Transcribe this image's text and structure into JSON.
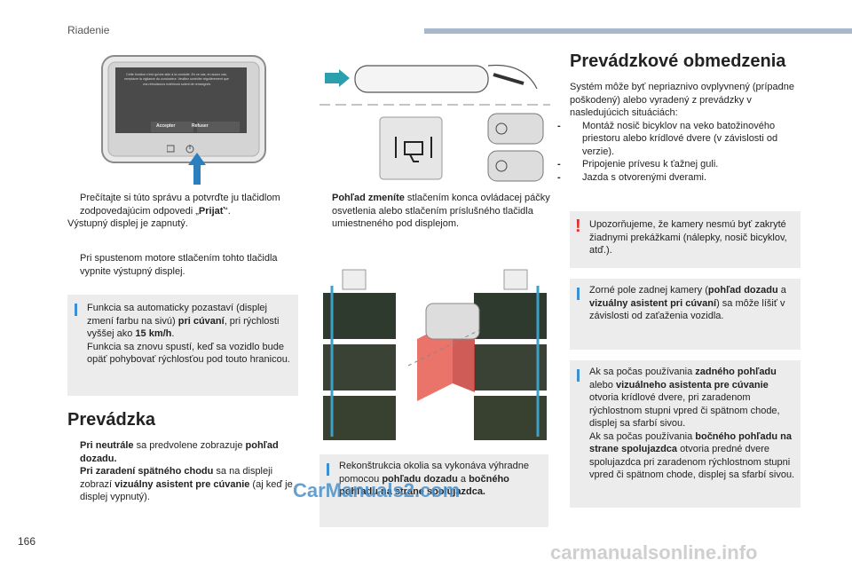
{
  "header": {
    "label": "Riadenie"
  },
  "page_number": "166",
  "left": {
    "bullet1_prefix": "Prečítajte si túto správu a potvrďte ju tlačidlom zodpovedajúcim odpovedi „",
    "bullet1_bold": "Prijať",
    "bullet1_suffix": "“.",
    "line_display_on": "Výstupný displej je zapnutý.",
    "bullet2": "Pri spustenom motore stlačením tohto tlačidla vypnite výstupný displej.",
    "info": {
      "t1": "Funkcia sa automaticky pozastaví (displej zmení farbu na sivú) ",
      "t1_bold": "pri cúvaní",
      "t2": ", pri rýchlosti vyššej ako ",
      "t2_bold": "15 km/h",
      "t3": ".",
      "t4": "Funkcia sa znovu spustí, keď sa vozidlo bude opäť pohybovať rýchlosťou pod touto hranicou."
    },
    "heading": "Prevádzka",
    "op1_bold": "Pri neutrále",
    "op1_text": " sa predvolene zobrazuje ",
    "op1_bold2": "pohľad dozadu.",
    "op2_bold": "Pri zaradení spätného chodu",
    "op2_text": " sa na displeji zobrazí ",
    "op2_bold2": "vizuálny asistent pre cúvanie",
    "op2_text2": " (aj keď je displej vypnutý)."
  },
  "screen": {
    "message": "Cette fonction n'est qu'une aide à la conduite. En ce cas, en aucun cas, remplacer la vigilance du conducteur. Veuillez contrôler régulièrement que vos rétroviseurs extérieurs soient de renseignés",
    "accept": "Accepter",
    "refuse": "Refuser"
  },
  "middle": {
    "bullet_bold": "Pohľad zmeníte",
    "bullet_text": " stlačením konca ovládacej páčky osvetlenia alebo stlačením príslušného tlačidla umiestneného pod displejom.",
    "info_t1": "Rekonštrukcia okolia sa vykonáva výhradne pomocou ",
    "info_b1": "pohľadu dozadu",
    "info_t2": " a ",
    "info_b2": "bočného pohľadu na strane spolujazdca."
  },
  "right": {
    "heading": "Prevádzkové obmedzenia",
    "intro": "Systém môže byť nepriaznivo ovplyvnený (prípadne poškodený) alebo vyradený z prevádzky v nasledujúcich situáciách:",
    "items": [
      "Montáž nosič bicyklov na veko batožinového priestoru alebo krídlové dvere (v závislosti od verzie).",
      "Pripojenie prívesu k ťažnej guli.",
      "Jazda s otvorenými dverami."
    ],
    "warning": "Upozorňujeme, že kamery nesmú byť zakryté žiadnymi prekážkami (nálepky, nosič bicyklov, atď.).",
    "info1_t1": "Zorné pole zadnej kamery (",
    "info1_b1": "pohľad dozadu",
    "info1_t2": " a ",
    "info1_b2": "vizuálny asistent pri cúvaní",
    "info1_t3": ") sa môže líšiť v závislosti od zaťaženia vozidla.",
    "info2_t1": "Ak sa počas používania ",
    "info2_b1": "zadného pohľadu",
    "info2_t2": " alebo ",
    "info2_b2": "vizuálneho asistenta pre cúvanie",
    "info2_t3": " otvoria krídlové dvere, pri zaradenom rýchlostnom stupni vpred či spätnom chode, displej sa sfarbí sivou.",
    "info2_t4": "Ak sa počas používania ",
    "info2_b3": "bočného pohľadu na strane spolujazdca",
    "info2_t5": " otvoria predné dvere spolujazdca pri zaradenom rýchlostnom stupni vpred či spätnom chode, displej sa sfarbí sivou."
  },
  "flag_glyph": "",
  "dash": "-",
  "watermarks": {
    "carmanuals": "CarManuals2.com",
    "footer": "carmanualsonline.info"
  },
  "colors": {
    "accent": "#3d8fd3",
    "header_bar": "#a7b7cc",
    "info_bg": "#ececec",
    "warning": "#e32b2b"
  }
}
